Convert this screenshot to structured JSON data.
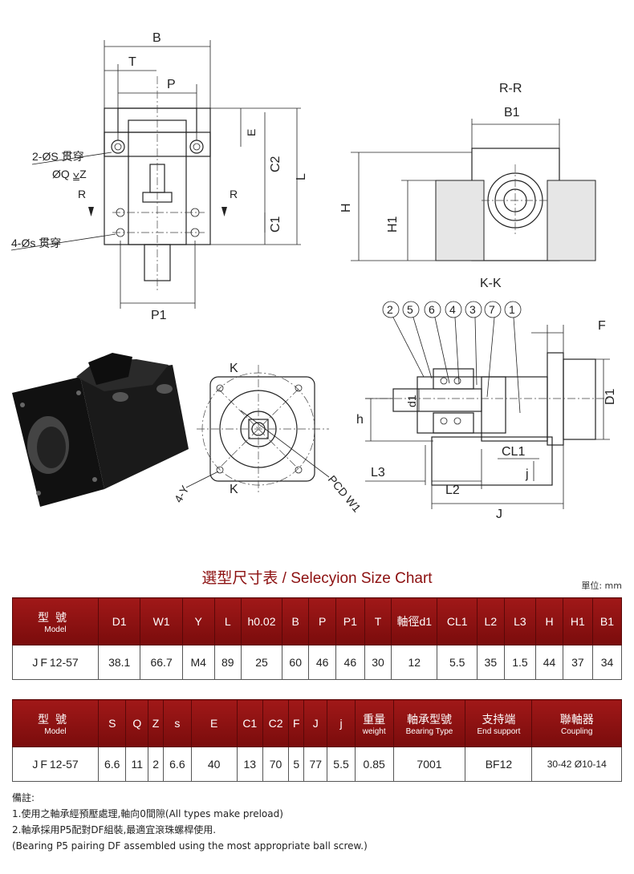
{
  "drawing_labels": {
    "front": {
      "B": "B",
      "T": "T",
      "P": "P",
      "P1": "P1",
      "E": "E",
      "C2": "C2",
      "C1": "C1",
      "L": "L",
      "R_left": "R",
      "R_right": "R",
      "hole_2S": "2-ØS  贯穿",
      "hole_Q": "ØQ  ⩣Z",
      "hole_4s": "4-Øs  贯穿"
    },
    "side": {
      "section": "R-R",
      "B1": "B1",
      "H": "H",
      "H1": "H1"
    },
    "end": {
      "K_top": "K",
      "K_bottom": "K",
      "Y": "4-Y",
      "PCD": "PCD W1"
    },
    "section": {
      "title": "K-K",
      "balloons": [
        "2",
        "5",
        "6",
        "4",
        "3",
        "7",
        "1"
      ],
      "F": "F",
      "d1": "d1",
      "h": "h",
      "D1": "D1",
      "CL1": "CL1",
      "L3": "L3",
      "L2": "L2",
      "J": "J",
      "j": "j"
    }
  },
  "title": "選型尺寸表 / Selecyion Size Chart",
  "unit": "單位: mm",
  "table1": {
    "model_header_zh": "型號",
    "model_header_en": "Model",
    "headers": [
      "D1",
      "W1",
      "Y",
      "L",
      "h0.02",
      "B",
      "P",
      "P1",
      "T",
      "軸徑d1",
      "CL1",
      "L2",
      "L3",
      "H",
      "H1",
      "B1"
    ],
    "row_model_prefix": "JF",
    "row_model_suffix": "12-57",
    "values": [
      "38.1",
      "66.7",
      "M4",
      "89",
      "25",
      "60",
      "46",
      "46",
      "30",
      "12",
      "5.5",
      "35",
      "1.5",
      "44",
      "37",
      "34"
    ]
  },
  "table2": {
    "model_header_zh": "型號",
    "model_header_en": "Model",
    "headers": [
      "S",
      "Q",
      "Z",
      "s",
      "E",
      "C1",
      "C2",
      "F",
      "J",
      "j"
    ],
    "headers_ext": [
      {
        "zh": "重量",
        "en": "weight"
      },
      {
        "zh": "軸承型號",
        "en": "Bearing Type"
      },
      {
        "zh": "支持端",
        "en": "End support"
      },
      {
        "zh": "聯軸器",
        "en": "Coupling"
      }
    ],
    "row_model_prefix": "JF",
    "row_model_suffix": "12-57",
    "values": [
      "6.6",
      "11",
      "2",
      "6.6",
      "40",
      "13",
      "70",
      "5",
      "77",
      "5.5",
      "0.85",
      "7001",
      "BF12",
      "30-42 Ø10-14"
    ]
  },
  "notes": {
    "heading": "備註:",
    "line1": "1.使用之軸承經預壓處理,軸向0間隙(All types make preload)",
    "line2": "2.軸承採用P5配對DF組裝,最適宜滾珠螺桿使用.",
    "line3": "(Bearing P5 pairing DF assembled using the most appropriate ball screw.)"
  }
}
